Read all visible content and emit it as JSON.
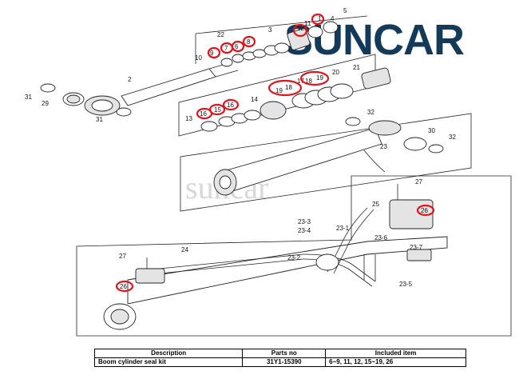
{
  "brand": {
    "logo_text": "SUNCAR",
    "watermark": "suncar",
    "logo_color": "#143a5a",
    "highlight_color": "#e0141b"
  },
  "callouts": [
    {
      "id": "c1",
      "text": "1"
    },
    {
      "id": "c2",
      "text": "2"
    },
    {
      "id": "c3",
      "text": "3"
    },
    {
      "id": "c4",
      "text": "4"
    },
    {
      "id": "c5",
      "text": "5"
    },
    {
      "id": "c6",
      "text": "6"
    },
    {
      "id": "c7",
      "text": "7"
    },
    {
      "id": "c8",
      "text": "8"
    },
    {
      "id": "c9",
      "text": "9"
    },
    {
      "id": "c10",
      "text": "10"
    },
    {
      "id": "c11",
      "text": "11"
    },
    {
      "id": "c12",
      "text": "12"
    },
    {
      "id": "c13",
      "text": "13"
    },
    {
      "id": "c14",
      "text": "14"
    },
    {
      "id": "c15",
      "text": "15"
    },
    {
      "id": "c16",
      "text": "16"
    },
    {
      "id": "c16b",
      "text": "16"
    },
    {
      "id": "c17",
      "text": "17"
    },
    {
      "id": "c18",
      "text": "18"
    },
    {
      "id": "c18b",
      "text": "18"
    },
    {
      "id": "c19",
      "text": "19"
    },
    {
      "id": "c19b",
      "text": "19"
    },
    {
      "id": "c20",
      "text": "20"
    },
    {
      "id": "c21",
      "text": "21"
    },
    {
      "id": "c22",
      "text": "22"
    },
    {
      "id": "c23",
      "text": "23"
    },
    {
      "id": "c24",
      "text": "24"
    },
    {
      "id": "c25",
      "text": "25"
    },
    {
      "id": "c26",
      "text": "26"
    },
    {
      "id": "c26b",
      "text": "26"
    },
    {
      "id": "c27",
      "text": "27"
    },
    {
      "id": "c27b",
      "text": "27"
    },
    {
      "id": "c29",
      "text": "29"
    },
    {
      "id": "c30",
      "text": "30"
    },
    {
      "id": "c31",
      "text": "31"
    },
    {
      "id": "c31b",
      "text": "31"
    },
    {
      "id": "c32",
      "text": "32"
    },
    {
      "id": "c32b",
      "text": "32"
    },
    {
      "id": "c23_1",
      "text": "23-1"
    },
    {
      "id": "c23_2",
      "text": "23-2"
    },
    {
      "id": "c23_3",
      "text": "23-3"
    },
    {
      "id": "c23_4",
      "text": "23-4"
    },
    {
      "id": "c23_5",
      "text": "23-5"
    },
    {
      "id": "c23_6",
      "text": "23-6"
    },
    {
      "id": "c23_7",
      "text": "23-7"
    }
  ],
  "table": {
    "headers": [
      "Description",
      "Parts no",
      "Included item"
    ],
    "rows": [
      [
        "Boom cylinder seal kit",
        "31Y1-15390",
        "6~9, 11, 12, 15~19, 26"
      ]
    ]
  }
}
